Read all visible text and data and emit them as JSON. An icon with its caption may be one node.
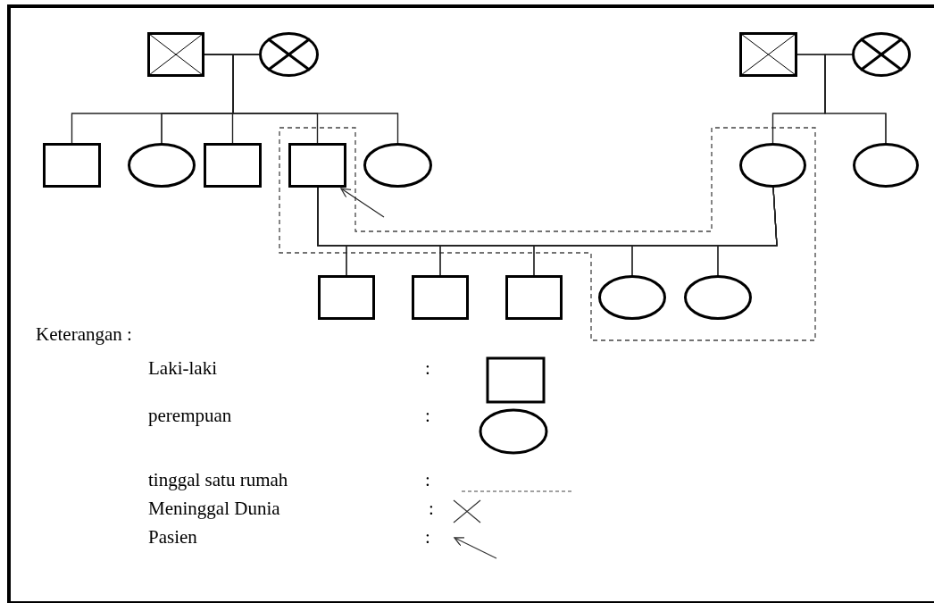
{
  "diagram": {
    "nodes": [
      {
        "text": [],
        "shape": "box"
      },
      {
        "text": [],
        "shape": "circle"
      },
      {
        "text": [],
        "shape": "box"
      },
      {
        "text": [],
        "shape": "circle"
      },
      {
        "text": [],
        "shape": "box"
      },
      {
        "text": [],
        "shape": "circle"
      },
      {
        "text": [],
        "shape": "box"
      },
      {
        "text": [],
        "shape": "box"
      },
      {
        "text": [],
        "shape": "circle"
      },
      {
        "text": [],
        "shape": "circle"
      },
      {
        "text": [],
        "shape": "circle"
      },
      {
        "text": [],
        "shape": "box"
      },
      {
        "text": [],
        "shape": "box"
      },
      {
        "text": [],
        "shape": "box"
      },
      {
        "text": [],
        "shape": "circle"
      },
      {
        "text": [],
        "shape": "circle"
      }
    ],
    "edges": [
      {
        "from": 0,
        "to": 1,
        "arrow": "none"
      },
      {
        "from": 2,
        "to": 3,
        "arrow": "none"
      },
      {
        "from": 7,
        "to": 9,
        "arrow": "none"
      },
      {
        "from": 0,
        "to": 4,
        "arrow": "none"
      },
      {
        "from": 0,
        "to": 5,
        "arrow": "none"
      },
      {
        "from": 0,
        "to": 6,
        "arrow": "none"
      },
      {
        "from": 0,
        "to": 7,
        "arrow": "none"
      },
      {
        "from": 0,
        "to": 8,
        "arrow": "none"
      },
      {
        "from": 1,
        "to": 4,
        "arrow": "none"
      },
      {
        "from": 1,
        "to": 5,
        "arrow": "none"
      },
      {
        "from": 1,
        "to": 6,
        "arrow": "none"
      },
      {
        "from": 1,
        "to": 7,
        "arrow": "none"
      },
      {
        "from": 1,
        "to": 8,
        "arrow": "none"
      },
      {
        "from": 2,
        "to": 9,
        "arrow": "none"
      },
      {
        "from": 2,
        "to": 10,
        "arrow": "none"
      },
      {
        "from": 3,
        "to": 9,
        "arrow": "none"
      },
      {
        "from": 3,
        "to": 10,
        "arrow": "none"
      },
      {
        "from": 7,
        "to": 11,
        "arrow": "none"
      },
      {
        "from": 7,
        "to": 12,
        "arrow": "none"
      },
      {
        "from": 7,
        "to": 13,
        "arrow": "none"
      },
      {
        "from": 7,
        "to": 14,
        "arrow": "none"
      },
      {
        "from": 7,
        "to": 15,
        "arrow": "none"
      },
      {
        "from": 9,
        "to": 11,
        "arrow": "none"
      },
      {
        "from": 9,
        "to": 12,
        "arrow": "none"
      },
      {
        "from": 9,
        "to": 13,
        "arrow": "none"
      },
      {
        "from": 9,
        "to": 14,
        "arrow": "none"
      },
      {
        "from": 9,
        "to": 15,
        "arrow": "none"
      },
      {
        "from": null,
        "to": 7,
        "arrow": "to"
      }
    ],
    "labels": [
      "Keterangan :",
      ":",
      ":",
      ":",
      ":",
      ":"
    ],
    "legend": [
      {
        "text": "Laki-laki"
      },
      {
        "text": "perempuan"
      },
      {
        "text": "tinggal satu rumah"
      },
      {
        "text": "Meninggal Dunia"
      },
      {
        "text": "Pasien"
      }
    ]
  }
}
